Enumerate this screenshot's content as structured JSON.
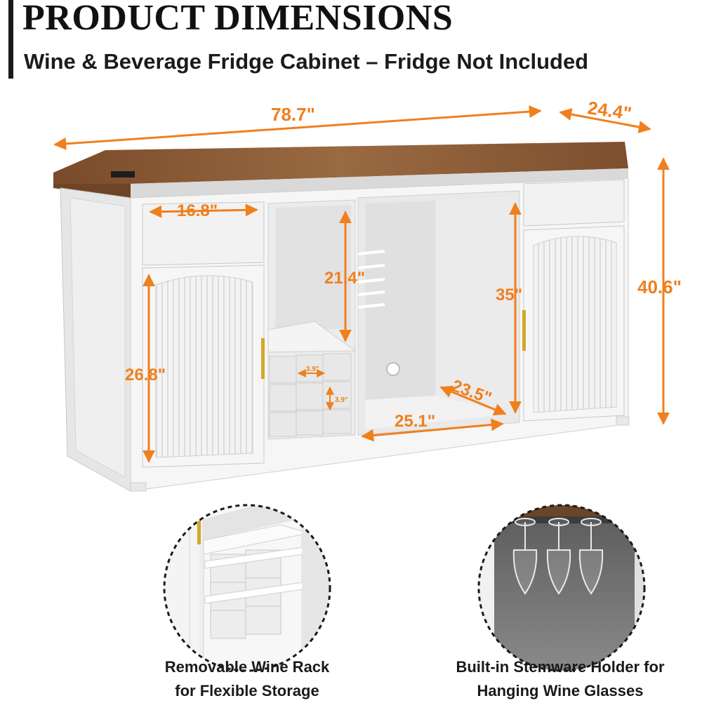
{
  "header": {
    "title": "PRODUCT DIMENSIONS",
    "subtitle": "Wine & Beverage Fridge Cabinet – Fridge Not Included"
  },
  "dimensions": {
    "width": "78.7\"",
    "depth": "24.4\"",
    "height": "40.6\"",
    "drawer_width": "16.8\"",
    "door_height": "26.8\"",
    "wine_shelf_height": "21.4\"",
    "fridge_height": "35\"",
    "fridge_depth": "23.5\"",
    "fridge_width": "25.1\"",
    "cube_width": "3.9\"",
    "cube_height": "3.9\""
  },
  "callouts": [
    {
      "line1": "Removable Wine Rack",
      "line2": "for Flexible Storage"
    },
    {
      "line1": "Built-in Stemware Holder for",
      "line2": "Hanging Wine Glasses"
    }
  ],
  "colors": {
    "accent": "#f07f1d",
    "wood": "#8a5a34",
    "cabinet": "#f4f4f4"
  }
}
